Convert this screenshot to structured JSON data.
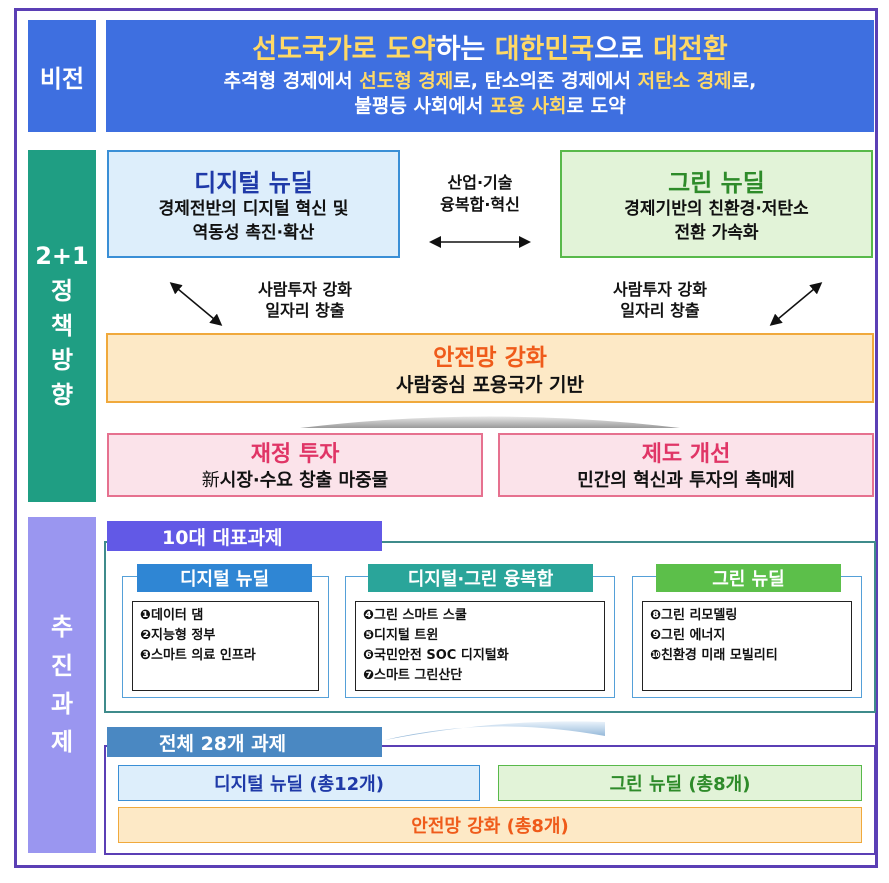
{
  "vision": {
    "label": "비전",
    "title_parts": [
      {
        "text": "선도국가로 ",
        "hl": true
      },
      {
        "text": "도약",
        "hl": true
      },
      {
        "text": "하는 ",
        "hl": false
      },
      {
        "text": "대한민국",
        "hl": true
      },
      {
        "text": "으로 ",
        "hl": false
      },
      {
        "text": "대전환",
        "hl": true
      }
    ],
    "line1_parts": [
      {
        "text": "추격형 경제에서 ",
        "hl": false
      },
      {
        "text": "선도형 경제",
        "hl": true
      },
      {
        "text": "로, 탄소의존 경제에서 ",
        "hl": false
      },
      {
        "text": "저탄소 경제",
        "hl": true
      },
      {
        "text": "로,",
        "hl": false
      }
    ],
    "line2_parts": [
      {
        "text": "불평등 사회에서 ",
        "hl": false
      },
      {
        "text": "포용 사회",
        "hl": true
      },
      {
        "text": "로 도약",
        "hl": false
      }
    ]
  },
  "policy": {
    "label_lines": [
      "2+1",
      "정",
      "책",
      "방",
      "향"
    ],
    "digital": {
      "title": "디지털 뉴딜",
      "line1": "경제전반의 디지털 혁신 및",
      "line2": "역동성 촉진·확산"
    },
    "green": {
      "title": "그린 뉴딜",
      "line1": "경제기반의 친환경·저탄소",
      "line2": "전환 가속화"
    },
    "convergence": {
      "line1": "산업·기술",
      "line2": "융복합·혁신"
    },
    "people_left": {
      "line1": "사람투자 강화",
      "line2": "일자리 창출"
    },
    "people_right": {
      "line1": "사람투자 강화",
      "line2": "일자리 창출"
    },
    "safety": {
      "title": "안전망 강화",
      "subtitle": "사람중심 포용국가 기반"
    },
    "fiscal": {
      "title": "재정 투자",
      "prefix": "新",
      "subtitle": "시장·수요 창출 마중물"
    },
    "system": {
      "title": "제도 개선",
      "subtitle": "민간의 혁신과 투자의 촉매제"
    }
  },
  "tasks": {
    "label_lines": [
      "추",
      "진",
      "과",
      "제"
    ],
    "ten": {
      "tab": "10대 대표과제",
      "groups": [
        {
          "title": "디지털 뉴딜",
          "color": "#2f86d4",
          "items": [
            "❶데이터 댐",
            "❷지능형 정부",
            "❸스마트 의료 인프라"
          ]
        },
        {
          "title": "디지털·그린 융복합",
          "color": "#2aa59a",
          "items": [
            "❹그린 스마트 스쿨",
            "❺디지털 트윈",
            "❻국민안전 SOC 디지털화",
            "❼스마트 그린산단"
          ]
        },
        {
          "title": "그린 뉴딜",
          "color": "#5cbf4a",
          "items": [
            "❽그린 리모델링",
            "❾그린 에너지",
            "❿친환경 미래 모빌리티"
          ]
        }
      ]
    },
    "all": {
      "tab": "전체 28개 과제",
      "digital": "디지털 뉴딜 (총12개)",
      "green": "그린 뉴딜 (총8개)",
      "safety": "안전망 강화 (총8개)"
    }
  }
}
